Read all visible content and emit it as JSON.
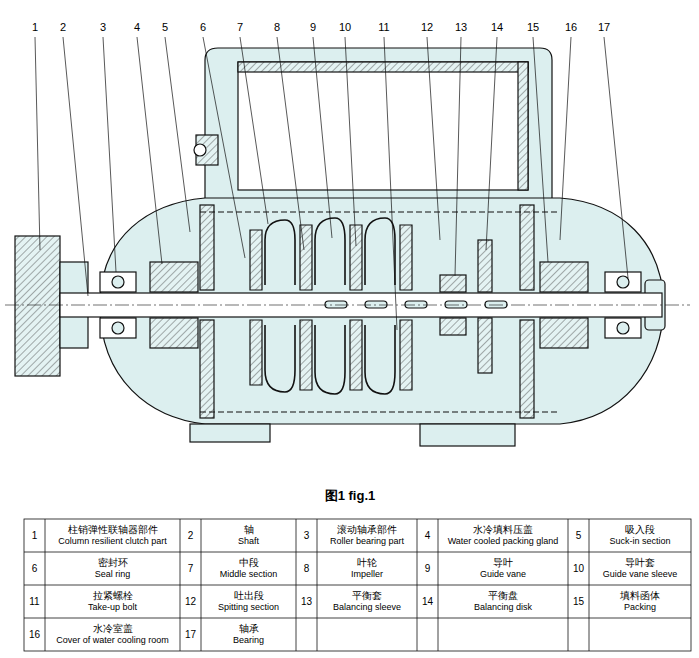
{
  "diagram": {
    "caption": "图1 fig.1",
    "labels": [
      "1",
      "2",
      "3",
      "4",
      "5",
      "6",
      "7",
      "8",
      "9",
      "10",
      "11",
      "12",
      "13",
      "14",
      "15",
      "16",
      "17",
      "1",
      "柱销弹性联轴器部件",
      "Column resilient clutch part",
      "2",
      "轴",
      "Shaft",
      "3",
      "滚动轴承部件",
      "Roller bearing part",
      "4",
      "水冷填料压盖",
      "Water cooled packing gland",
      "5",
      "吸入段",
      "Suck-in section",
      "6",
      "密封环",
      "Seal ring",
      "7",
      "中段",
      "Middle section",
      "8",
      "叶轮",
      "Impeller",
      "9",
      "导叶",
      "Guide vane",
      "10",
      "导叶套",
      "Guide vane sleeve",
      "11",
      "拉紧螺栓",
      "Take-up bolt",
      "12",
      "吐出段",
      "Spitting section",
      "13",
      "平衡套",
      "Balancing sleeve",
      "14",
      "平衡盘",
      "Balancing disk",
      "15",
      "填料函体",
      "Packing",
      "16",
      "水冷室盖",
      "Cover of water cooling room",
      "17",
      "轴承",
      "Bearing"
    ]
  }
}
